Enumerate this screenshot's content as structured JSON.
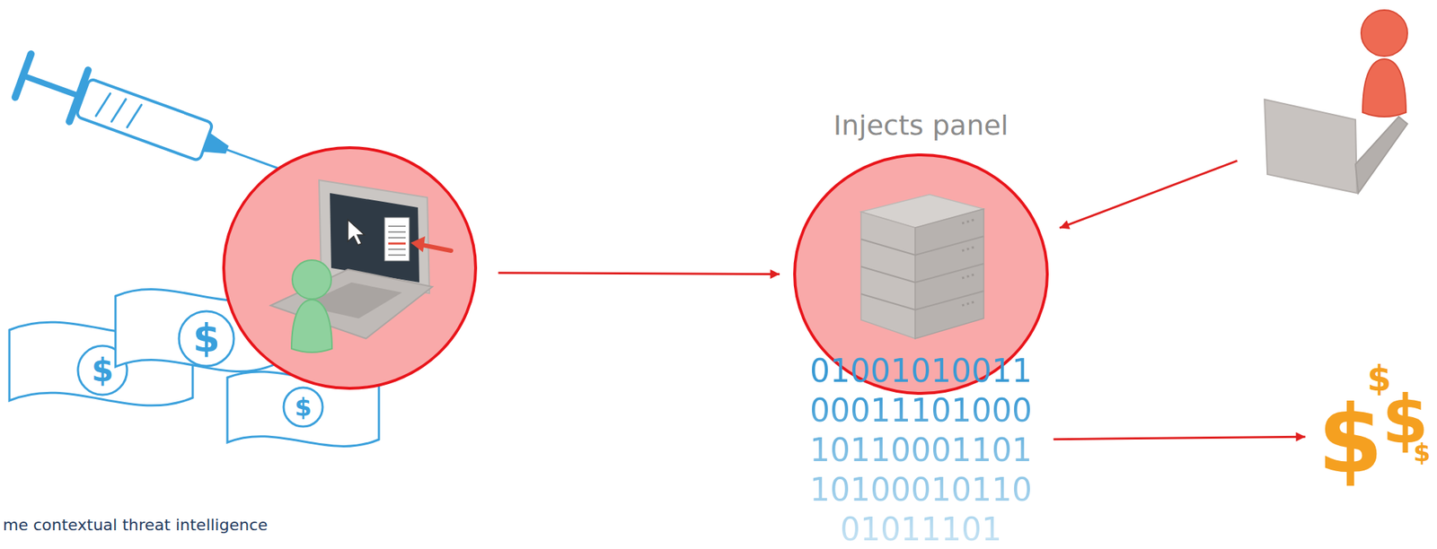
{
  "diagram": {
    "nodes": [
      {
        "text": []
      },
      {
        "text": [
          "Injects panel"
        ]
      },
      {
        "text": []
      },
      {
        "text": [
          "01001010011 00011101000 10110001101 10100010110 01011101"
        ]
      },
      {
        "text": [
          "$",
          "$",
          "$",
          "$"
        ]
      }
    ],
    "edges": [
      {
        "from": 0,
        "to": 1,
        "arrow": "to"
      },
      {
        "from": 2,
        "to": 1,
        "arrow": "to"
      },
      {
        "from": 3,
        "to": 4,
        "arrow": "to"
      }
    ],
    "labels": [
      "$",
      "$",
      "$",
      "me contextual threat intelligence"
    ]
  }
}
